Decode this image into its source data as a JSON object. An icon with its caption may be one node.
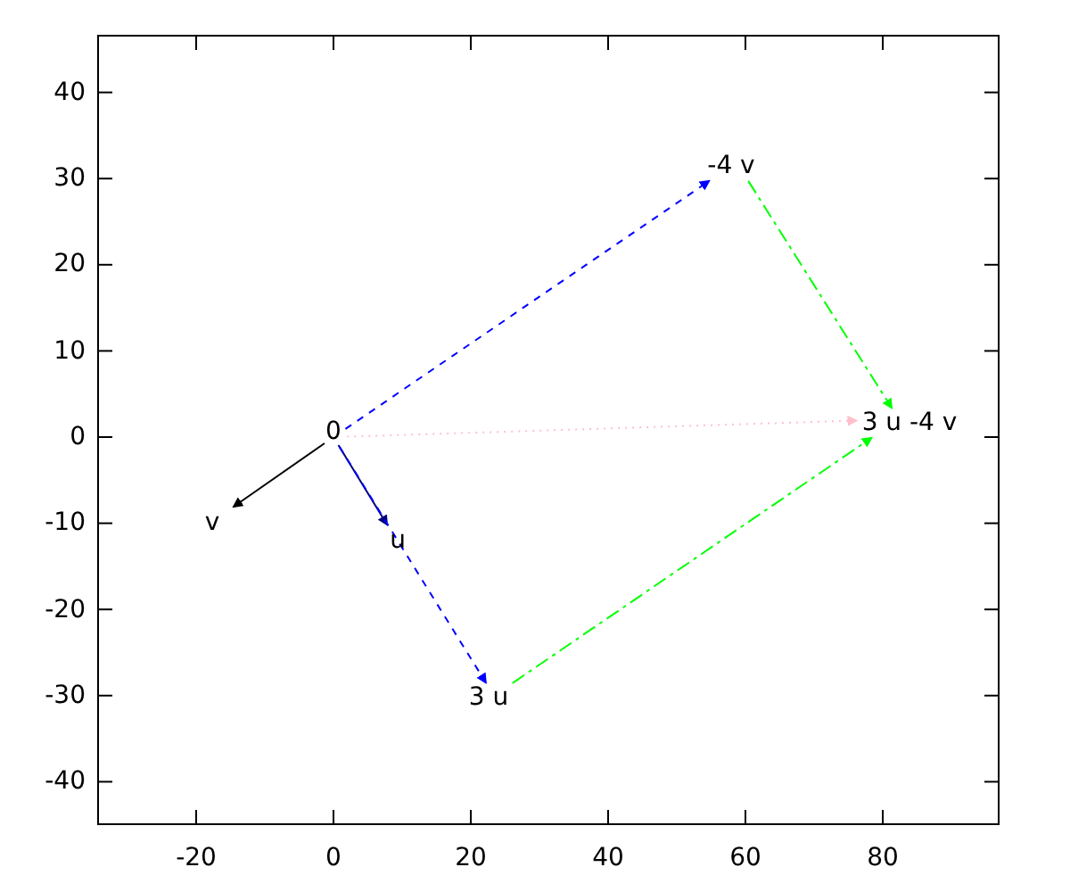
{
  "diagram": {
    "nodes": [
      {
        "text": [
          "0"
        ]
      },
      {
        "text": [
          "v"
        ]
      },
      {
        "text": [
          "u"
        ]
      },
      {
        "text": [
          "-4 v"
        ]
      },
      {
        "text": [
          "3 u"
        ]
      },
      {
        "text": [
          "3 u -4 v"
        ]
      }
    ],
    "edges": [
      {
        "from": 0,
        "to": 1,
        "arrow": "to",
        "color": "#000000"
      },
      {
        "from": 0,
        "to": 2,
        "arrow": "to",
        "color": "#000080"
      },
      {
        "from": 0,
        "to": 3,
        "arrow": "to",
        "style": "dashed",
        "color": "#0000ff"
      },
      {
        "from": 0,
        "to": 4,
        "arrow": "to",
        "style": "dashed",
        "color": "#0000ff"
      },
      {
        "from": 3,
        "to": 5,
        "arrow": "to",
        "style": "dashed",
        "color": "#00ff00"
      },
      {
        "from": 4,
        "to": 5,
        "arrow": "to",
        "style": "dashed",
        "color": "#00ff00"
      },
      {
        "from": 0,
        "to": 5,
        "arrow": "to",
        "style": "dashed",
        "color": "#ffc0cb"
      }
    ],
    "labels": [
      "40",
      "30",
      "20",
      "10",
      "0",
      "-10",
      "-20",
      "-30",
      "-40",
      "-20",
      "0",
      "20",
      "40",
      "60",
      "80"
    ]
  }
}
